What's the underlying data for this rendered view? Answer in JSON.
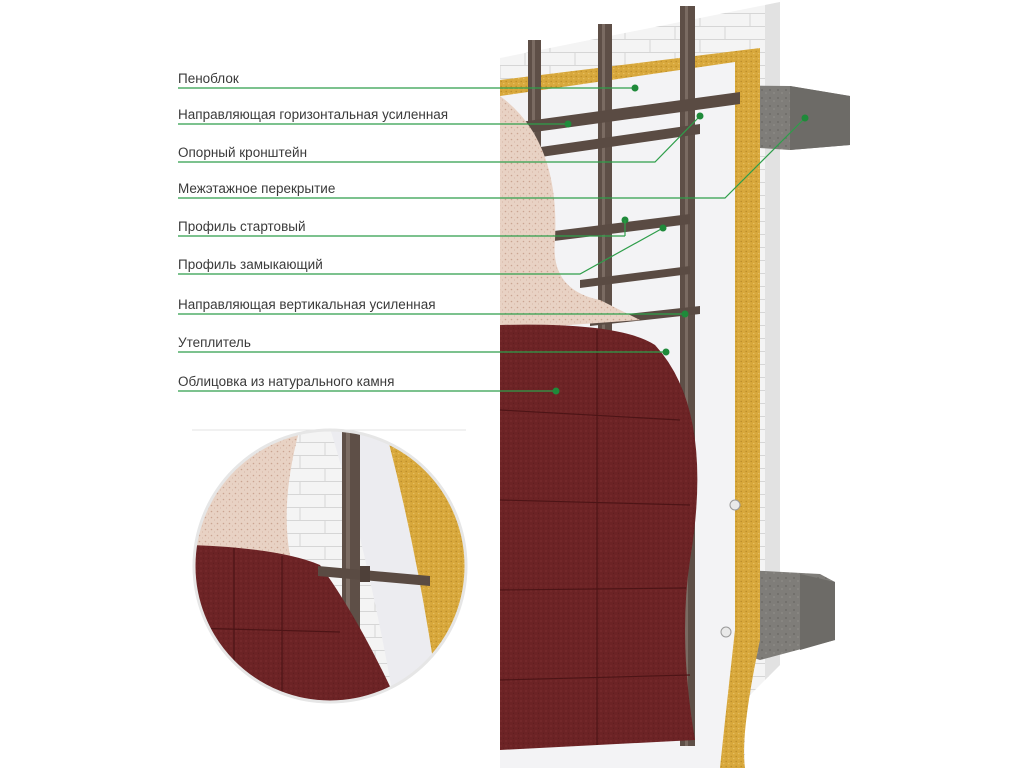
{
  "labels": [
    {
      "key": "foam-block",
      "text": "Пеноблок"
    },
    {
      "key": "horizontal-rail",
      "text": "Направляющая горизонтальная усиленная"
    },
    {
      "key": "support-bracket",
      "text": "Опорный кронштейн"
    },
    {
      "key": "floor-slab",
      "text": "Межэтажное перекрытие"
    },
    {
      "key": "starter-profile",
      "text": "Профиль стартовый"
    },
    {
      "key": "closing-profile",
      "text": "Профиль замыкающий"
    },
    {
      "key": "vertical-rail",
      "text": "Направляющая вертикальная усиленная"
    },
    {
      "key": "insulation",
      "text": "Утеплитель"
    },
    {
      "key": "stone-cladding",
      "text": "Облицовка из натурального камня"
    }
  ],
  "colors": {
    "leader_line": "#2e9e4a",
    "leader_dot": "#1f8a3a",
    "label_text": "#3a3a3a",
    "block_wall": "#f2f2f2",
    "slab": "#7d7b77",
    "insulation": "#d9a93a",
    "membrane": "#f4f4f6",
    "profile_metal": "#5e4f47",
    "granite_light": "#e7cfc0",
    "stone_cladding": "#6e2426"
  }
}
